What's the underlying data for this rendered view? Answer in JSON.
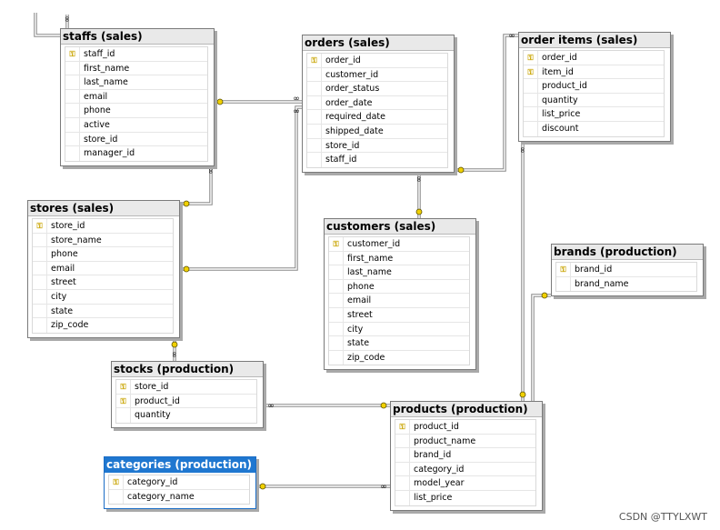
{
  "tables": [
    {
      "id": "staffs",
      "title": "staffs (sales)",
      "selected": false,
      "columns": [
        {
          "name": "staff_id",
          "key": true
        },
        {
          "name": "first_name",
          "key": false
        },
        {
          "name": "last_name",
          "key": false
        },
        {
          "name": "email",
          "key": false
        },
        {
          "name": "phone",
          "key": false
        },
        {
          "name": "active",
          "key": false
        },
        {
          "name": "store_id",
          "key": false
        },
        {
          "name": "manager_id",
          "key": false
        }
      ]
    },
    {
      "id": "orders",
      "title": "orders (sales)",
      "selected": false,
      "columns": [
        {
          "name": "order_id",
          "key": true
        },
        {
          "name": "customer_id",
          "key": false
        },
        {
          "name": "order_status",
          "key": false
        },
        {
          "name": "order_date",
          "key": false
        },
        {
          "name": "required_date",
          "key": false
        },
        {
          "name": "shipped_date",
          "key": false
        },
        {
          "name": "store_id",
          "key": false
        },
        {
          "name": "staff_id",
          "key": false
        }
      ]
    },
    {
      "id": "order_items",
      "title": "order items (sales)",
      "selected": false,
      "columns": [
        {
          "name": "order_id",
          "key": true
        },
        {
          "name": "item_id",
          "key": true
        },
        {
          "name": "product_id",
          "key": false
        },
        {
          "name": "quantity",
          "key": false
        },
        {
          "name": "list_price",
          "key": false
        },
        {
          "name": "discount",
          "key": false
        }
      ]
    },
    {
      "id": "stores",
      "title": "stores (sales)",
      "selected": false,
      "columns": [
        {
          "name": "store_id",
          "key": true
        },
        {
          "name": "store_name",
          "key": false
        },
        {
          "name": "phone",
          "key": false
        },
        {
          "name": "email",
          "key": false
        },
        {
          "name": "street",
          "key": false
        },
        {
          "name": "city",
          "key": false
        },
        {
          "name": "state",
          "key": false
        },
        {
          "name": "zip_code",
          "key": false
        }
      ]
    },
    {
      "id": "customers",
      "title": "customers (sales)",
      "selected": false,
      "columns": [
        {
          "name": "customer_id",
          "key": true
        },
        {
          "name": "first_name",
          "key": false
        },
        {
          "name": "last_name",
          "key": false
        },
        {
          "name": "phone",
          "key": false
        },
        {
          "name": "email",
          "key": false
        },
        {
          "name": "street",
          "key": false
        },
        {
          "name": "city",
          "key": false
        },
        {
          "name": "state",
          "key": false
        },
        {
          "name": "zip_code",
          "key": false
        }
      ]
    },
    {
      "id": "brands",
      "title": "brands (production)",
      "selected": false,
      "columns": [
        {
          "name": "brand_id",
          "key": true
        },
        {
          "name": "brand_name",
          "key": false
        }
      ]
    },
    {
      "id": "stocks",
      "title": "stocks (production)",
      "selected": false,
      "columns": [
        {
          "name": "store_id",
          "key": true
        },
        {
          "name": "product_id",
          "key": true
        },
        {
          "name": "quantity",
          "key": false
        }
      ]
    },
    {
      "id": "products",
      "title": "products (production)",
      "selected": false,
      "columns": [
        {
          "name": "product_id",
          "key": true
        },
        {
          "name": "product_name",
          "key": false
        },
        {
          "name": "brand_id",
          "key": false
        },
        {
          "name": "category_id",
          "key": false
        },
        {
          "name": "model_year",
          "key": false
        },
        {
          "name": "list_price",
          "key": false
        }
      ]
    },
    {
      "id": "categories",
      "title": "categories (production)",
      "selected": true,
      "columns": [
        {
          "name": "category_id",
          "key": true
        },
        {
          "name": "category_name",
          "key": false
        }
      ]
    }
  ],
  "watermark": "CSDN @TTYLXWT",
  "colors": {
    "selected_title": "#1f77d0",
    "key_icon": "#c9a400",
    "relationship_line": "#8a8a8a",
    "key_end": "#f0d000"
  },
  "icons": {
    "primary_key": "key-icon",
    "one_end": "key-end-icon",
    "many_end": "infinity-end-icon"
  }
}
